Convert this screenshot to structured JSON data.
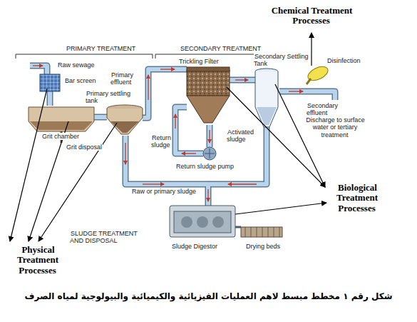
{
  "diagram": {
    "caption": "شكل رقم ١ مخطط مبسط لاهم العمليات الفيزيائية والكيميائية والبيولوجية لمياه الصرف",
    "labels": [
      "Chemical Treatment Processes",
      "PRIMARY TREATMENT",
      "SECONDARY TREATMENT",
      "Raw sewage",
      "Bar screen",
      "Primary effluent",
      "Trickling Filter",
      "Secondary Settling Tank",
      "Disinfection",
      "Grit chamber",
      "Primary settling tank",
      "Return sludge",
      "Activated sludge",
      "Secondary effluent",
      "Discharge to surface water or tertiary treatment",
      "Grit disposal",
      "Return sludge pump",
      "Raw or primary sludge",
      "Biological Treatment Processes",
      "SLUDGE TREATMENT AND DISPOSAL",
      "Physical Treatment Processes",
      "Sludge Digestor",
      "Drying beds"
    ]
  }
}
